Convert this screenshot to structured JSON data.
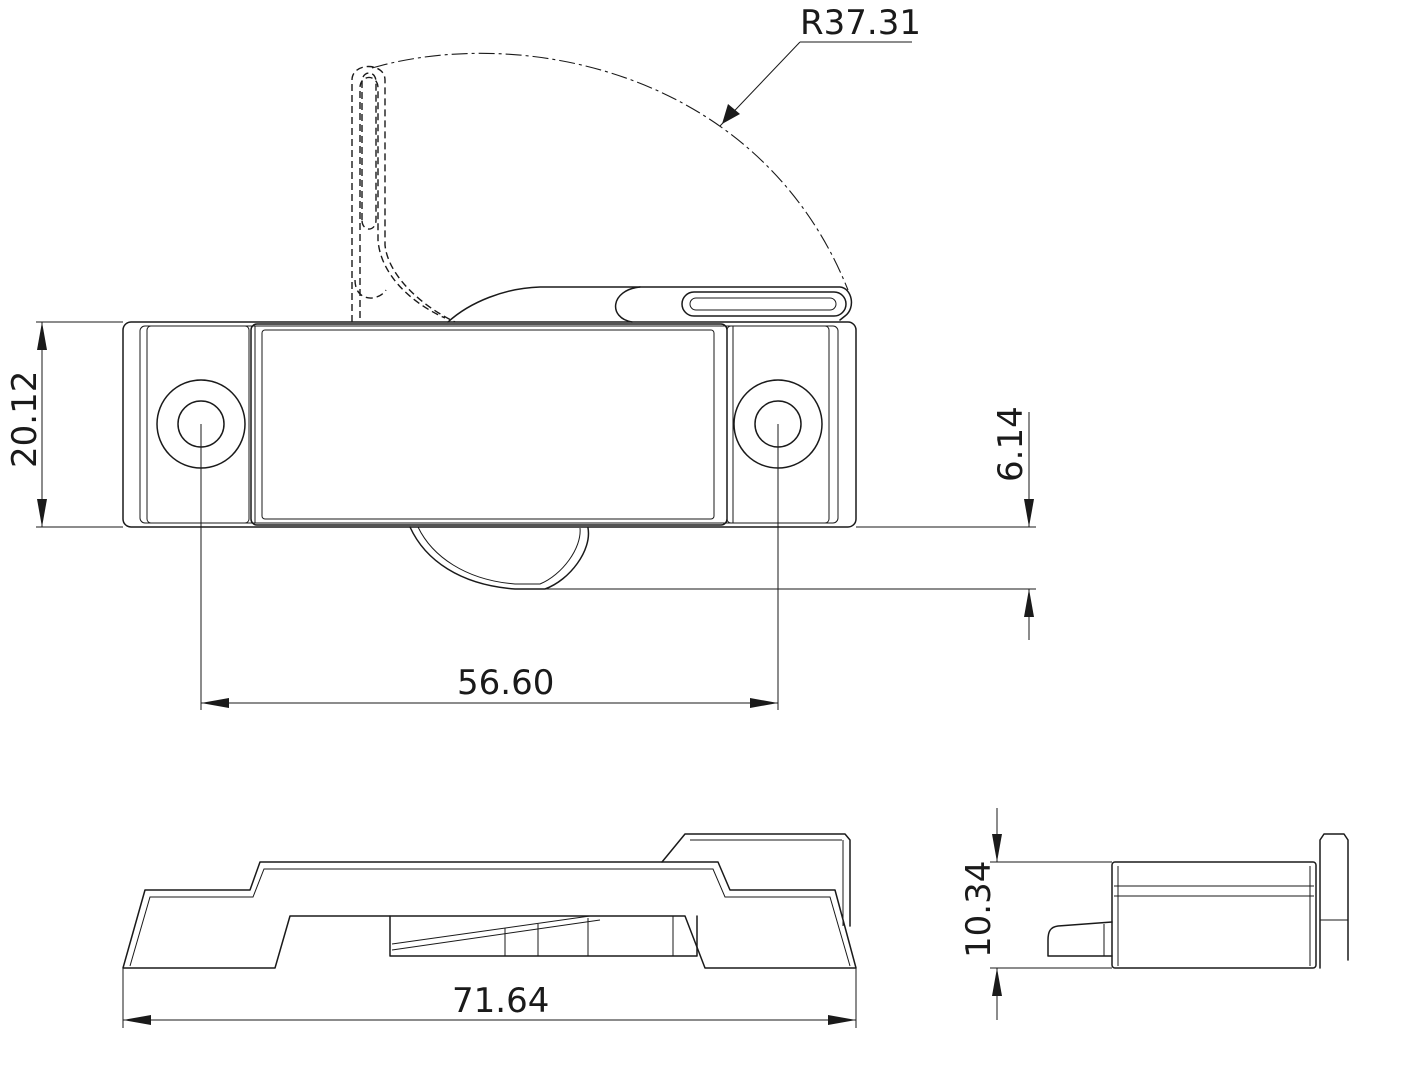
{
  "dimensions": {
    "radius": "R37.31",
    "height_top": "20.12",
    "offset": "6.14",
    "hole_spacing": "56.60",
    "overall_length": "71.64",
    "side_height": "10.34"
  }
}
